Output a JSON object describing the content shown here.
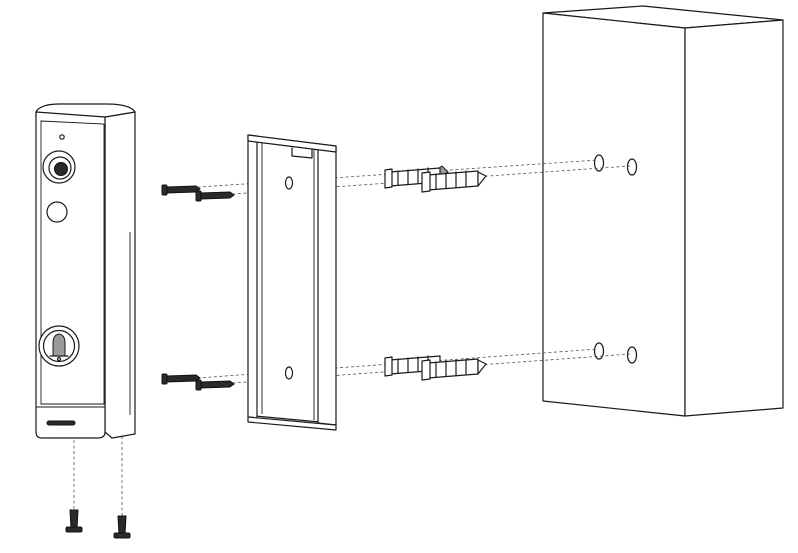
{
  "diagram": {
    "parts": [
      {
        "id": "doorbell",
        "name": "doorbell-unit"
      },
      {
        "id": "bracket",
        "name": "mounting-bracket"
      },
      {
        "id": "anchors",
        "name": "wall-anchors",
        "count": 4
      },
      {
        "id": "screws",
        "name": "mounting-screws",
        "count": 4
      },
      {
        "id": "bottom-screws",
        "name": "bottom-screws",
        "count": 2
      },
      {
        "id": "wall",
        "name": "wall-block"
      }
    ],
    "colors": {
      "line": "#1a1a1a",
      "fill": "#ffffff",
      "shade": "#9a9a9a",
      "dark": "#2a2a2a"
    }
  }
}
